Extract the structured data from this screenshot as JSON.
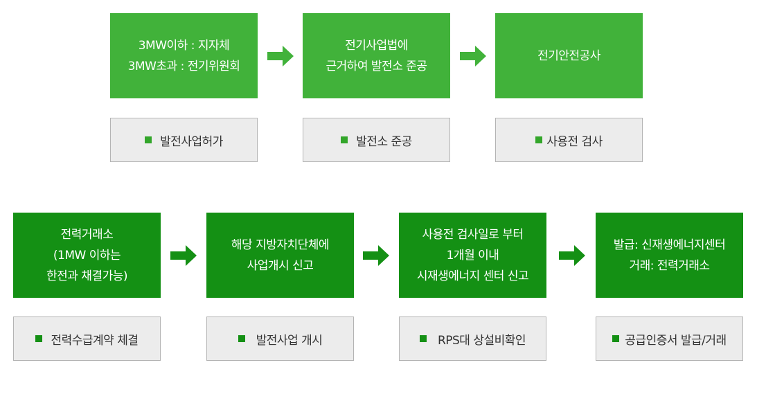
{
  "colors": {
    "step_light": "#41b23a",
    "step_dark": "#149014",
    "label_bg": "#ececec",
    "label_border": "#b4b4b4"
  },
  "row1": {
    "steps": [
      {
        "lines": [
          "3MW이하 : 지자체",
          "3MW초과 : 전기위원회"
        ]
      },
      {
        "lines": [
          "전기사업법에",
          "근거하여 발전소 준공"
        ]
      },
      {
        "lines": [
          "전기안전공사"
        ]
      }
    ],
    "labels": [
      "발전사업허가",
      "발전소 준공",
      "사용전 검사"
    ]
  },
  "row2": {
    "steps": [
      {
        "lines": [
          "전력거래소",
          "(1MW 이하는",
          "한전과 채결가능)"
        ]
      },
      {
        "lines": [
          "해당 지방자치단체에",
          "사업개시 신고"
        ]
      },
      {
        "lines": [
          "사용전 검사일로 부터",
          "1개월 이내",
          "시재생에너지 센터 신고"
        ]
      },
      {
        "lines": [
          "발급: 신재생에너지센터",
          "거래: 전력거래소"
        ]
      }
    ],
    "labels": [
      "전력수급계약 체결",
      "발전사업 개시",
      "RPS대 상설비확인",
      "공급인증서 발급/거래"
    ]
  },
  "icons": {
    "arrow": "right-arrow-icon",
    "bullet": "square-bullet-icon"
  }
}
